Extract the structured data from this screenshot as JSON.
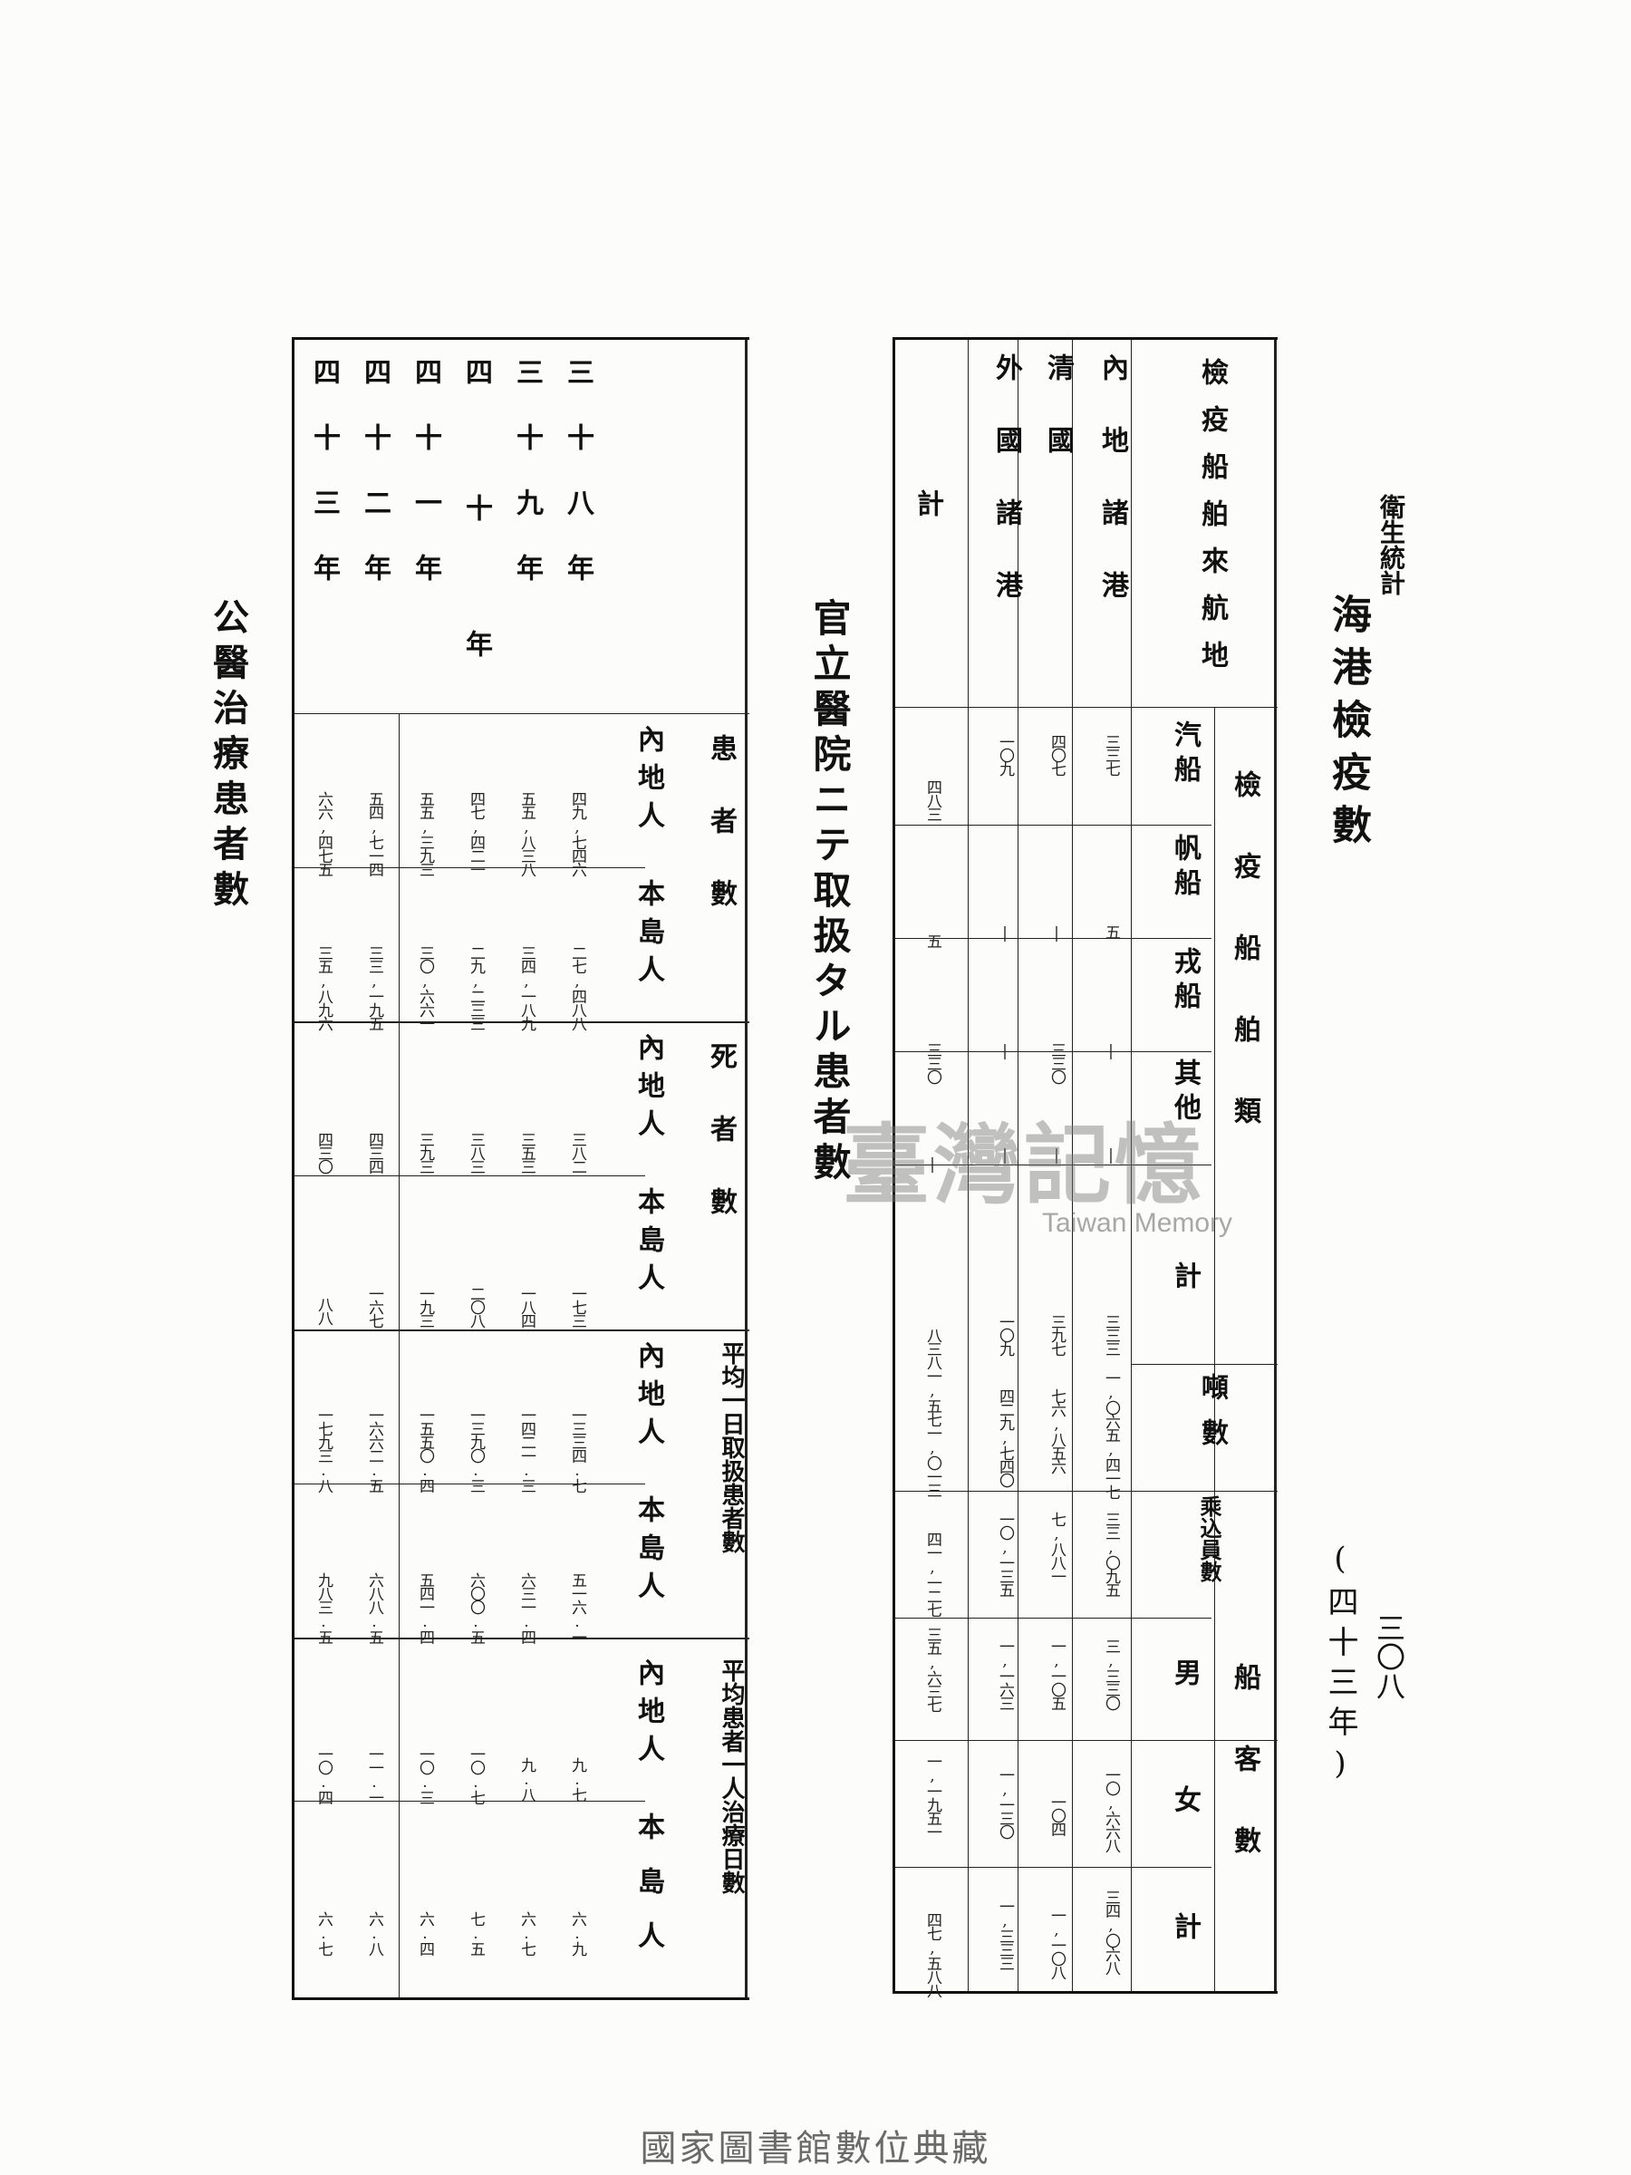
{
  "page": {
    "running_head": "衛生統計",
    "page_number": "三〇八",
    "year_label": "(四十三年)",
    "footer": "國家圖書館數位典藏"
  },
  "watermark": {
    "main": "臺灣記憶",
    "sub": "Taiwan Memory"
  },
  "quarantine": {
    "title": "海港檢疫數",
    "col_header": "檢疫船舶來航地",
    "rows": [
      {
        "label": "內地諸港",
        "steam": "三三七",
        "sail": "五",
        "junk": "|",
        "other": "|",
        "total": "三三三",
        "tonnage": "一,〇六五,四一七",
        "crew": "三三,〇九五",
        "male": "三,三三〇",
        "female": "一〇,六六八",
        "sum": "三四,〇六八"
      },
      {
        "label": "清國",
        "steam": "四〇七",
        "sail": "|",
        "junk": "三三〇",
        "other": "|",
        "total": "三九七",
        "tonnage": "七六,八五六",
        "crew": "七,八八一",
        "male": "一,一〇五",
        "female": "一〇四",
        "sum": "一,一〇八"
      },
      {
        "label": "外國諸港",
        "steam": "一〇九",
        "sail": "|",
        "junk": "|",
        "other": "|",
        "total": "一〇九",
        "tonnage": "四二九,七四〇",
        "crew": "一〇,一三五",
        "male": "一,一六三",
        "female": "一,一三〇",
        "sum": "一,三三三"
      },
      {
        "label": "計",
        "steam": "四八三",
        "sail": "五",
        "junk": "三三〇",
        "other": "|",
        "total": "八三八",
        "tonnage": "一,五七一,〇一三",
        "crew": "四一,一二七",
        "male": "三五,六三七",
        "female": "一,一九五一",
        "sum": "四七,五八八"
      }
    ],
    "group_ship": "檢疫船舶類",
    "sub_steam": "汽船",
    "sub_sail": "帆船",
    "sub_junk": "戎船",
    "sub_other": "其他",
    "sub_total": "計",
    "tonnage": "噸數",
    "crew": "乘込員數",
    "passengers": "船客數",
    "male": "男",
    "female": "女",
    "sum": "計"
  },
  "govt_hospital": {
    "title": "官立醫院ニテ取扱タル患者數"
  },
  "public_doctor": {
    "title": "公醫治療患者數",
    "years": [
      "三十八年",
      "三十九年",
      "四十年",
      "四十一年",
      "四十二年",
      "四十三年"
    ],
    "groups": [
      {
        "name": "患者數",
        "bracket": ""
      },
      {
        "name": "死者數",
        "bracket": ""
      },
      {
        "name": "平均一日取扱患者數",
        "bracket": ""
      },
      {
        "name": "平均患者一人治療日數",
        "bracket": ""
      }
    ],
    "naichi": "內地人",
    "hontou": "本島人",
    "columns": [
      [
        "四九,七四六",
        "五五,八三八",
        "四七,四二一",
        "五五,三九三",
        "五四,七一四",
        "六六,四七五"
      ],
      [
        "二七,四八八",
        "三四,一八九",
        "二九,二三三",
        "三〇,六六一",
        "三三,一九五",
        "三五,八九六"
      ],
      [
        "三八二",
        "三五三",
        "三八三",
        "三九三",
        "四三四",
        "四三〇"
      ],
      [
        "一七三",
        "一八四",
        "二〇八",
        "一九三",
        "一六七",
        "八八"
      ],
      [
        "一三三四.七",
        "一四二一.三",
        "一三九〇.三",
        "一五五〇.四",
        "一六六二.五",
        "一七九三.八"
      ],
      [
        "五一六.一",
        "六三一.四",
        "六〇〇.五",
        "五四一.四",
        "六八八.五",
        "九八三.五"
      ],
      [
        "九.七",
        "九.八",
        "一〇.七",
        "一〇.三",
        "一一.一",
        "一〇.四"
      ],
      [
        "六.九",
        "六.七",
        "七.五",
        "六.四",
        "六.八",
        "六.七"
      ]
    ]
  }
}
